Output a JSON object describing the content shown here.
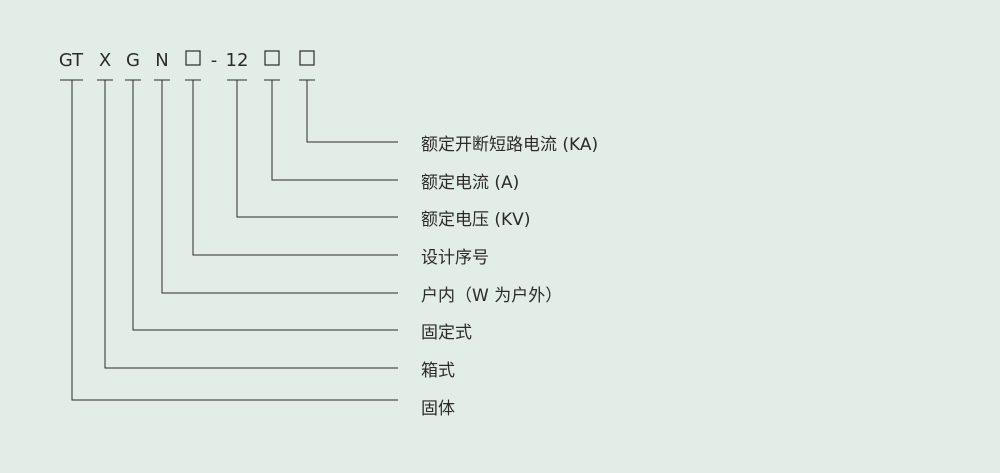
{
  "model_code": {
    "tokens": [
      {
        "id": "gt",
        "text": "GT"
      },
      {
        "id": "x",
        "text": "X"
      },
      {
        "id": "g",
        "text": "G"
      },
      {
        "id": "n",
        "text": "N"
      },
      {
        "id": "box1",
        "text": "□"
      },
      {
        "id": "dash",
        "text": "-"
      },
      {
        "id": "twelve",
        "text": "12"
      },
      {
        "id": "box2",
        "text": "□"
      },
      {
        "id": "box3",
        "text": "□"
      }
    ]
  },
  "legend": [
    {
      "token": "box3",
      "label": "额定开断短路电流 (KA)"
    },
    {
      "token": "box2",
      "label": "额定电流 (A)"
    },
    {
      "token": "twelve",
      "label": "额定电压 (KV)"
    },
    {
      "token": "box1",
      "label": "设计序号"
    },
    {
      "token": "n",
      "label": "户内（W 为户外）"
    },
    {
      "token": "g",
      "label": "固定式"
    },
    {
      "token": "x",
      "label": "箱式"
    },
    {
      "token": "gt",
      "label": "固体"
    }
  ]
}
